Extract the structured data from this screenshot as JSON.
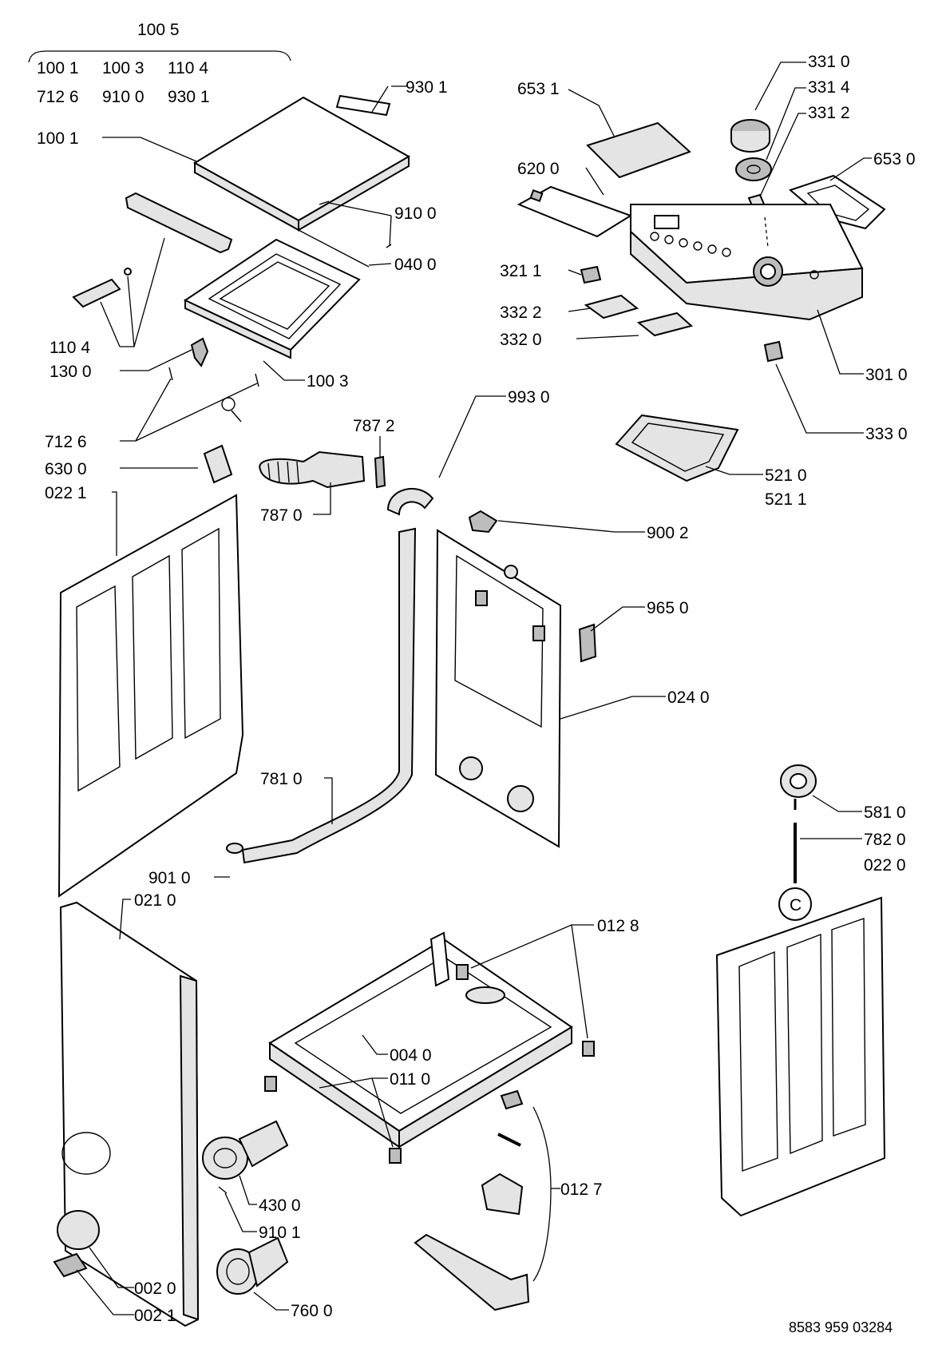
{
  "labels": {
    "l1005": "100 5",
    "l1001a": "100 1",
    "l1003a": "100 3",
    "l1104a": "110 4",
    "l7126a": "712 6",
    "l9100a": "910 0",
    "l9301a": "930 1",
    "l9301": "930 1",
    "l1001": "100 1",
    "l9100": "910 0",
    "l0400": "040 0",
    "l1104": "110 4",
    "l1300": "130 0",
    "l1003": "100 3",
    "l7126": "712 6",
    "l6300": "630 0",
    "l0221": "022 1",
    "l7872": "787 2",
    "l7870": "787 0",
    "l6531": "653 1",
    "l6200": "620 0",
    "l3211": "321 1",
    "l3322": "332 2",
    "l3320": "332 0",
    "l3310": "331 0",
    "l3314": "331 4",
    "l3312": "331 2",
    "l6530": "653 0",
    "l3010": "301 0",
    "l3330": "333 0",
    "l9930": "993 0",
    "l5210": "521 0",
    "l5211": "521 1",
    "l9002": "900 2",
    "l9650": "965 0",
    "l0240": "024 0",
    "l7810": "781 0",
    "l9010": "901 0",
    "l0210": "021 0",
    "l5810": "581 0",
    "l7820": "782 0",
    "l0220": "022 0",
    "l0128": "012 8",
    "l0040": "004 0",
    "l0110": "011 0",
    "l0127": "012 7",
    "l4300": "430 0",
    "l9101": "910 1",
    "l0020": "002 0",
    "l0021": "002 1",
    "l7600": "760 0",
    "docnum": "8583 959 03284",
    "circle_c": "C"
  }
}
